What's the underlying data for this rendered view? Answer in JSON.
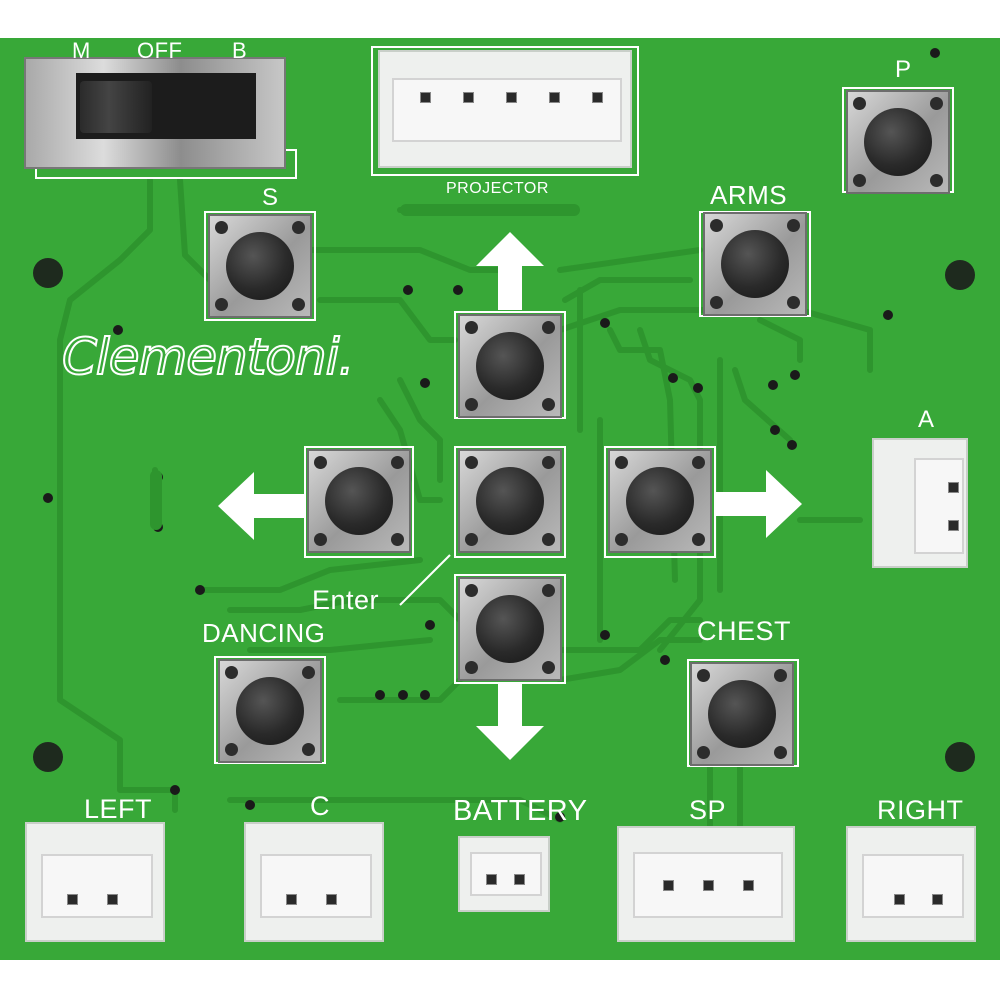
{
  "board": {
    "logo": "Clementoni.",
    "switch_labels": {
      "m": "M",
      "off": "OFF",
      "b": "B"
    },
    "labels": {
      "projector": "PROJECTOR",
      "p": "P",
      "s": "S",
      "arms": "ARMS",
      "a": "A",
      "enter": "Enter",
      "dancing": "DANCING",
      "chest": "CHEST",
      "left": "LEFT",
      "c": "C",
      "battery": "BATTERY",
      "sp": "SP",
      "right": "RIGHT"
    }
  },
  "colors": {
    "pcb": "#38a838",
    "silkscreen": "#ffffff",
    "button_cap": "#2a2a2a",
    "connector": "#eef0ee"
  },
  "icons": [
    "arrow-up-icon",
    "arrow-down-icon",
    "arrow-left-icon",
    "arrow-right-icon"
  ]
}
